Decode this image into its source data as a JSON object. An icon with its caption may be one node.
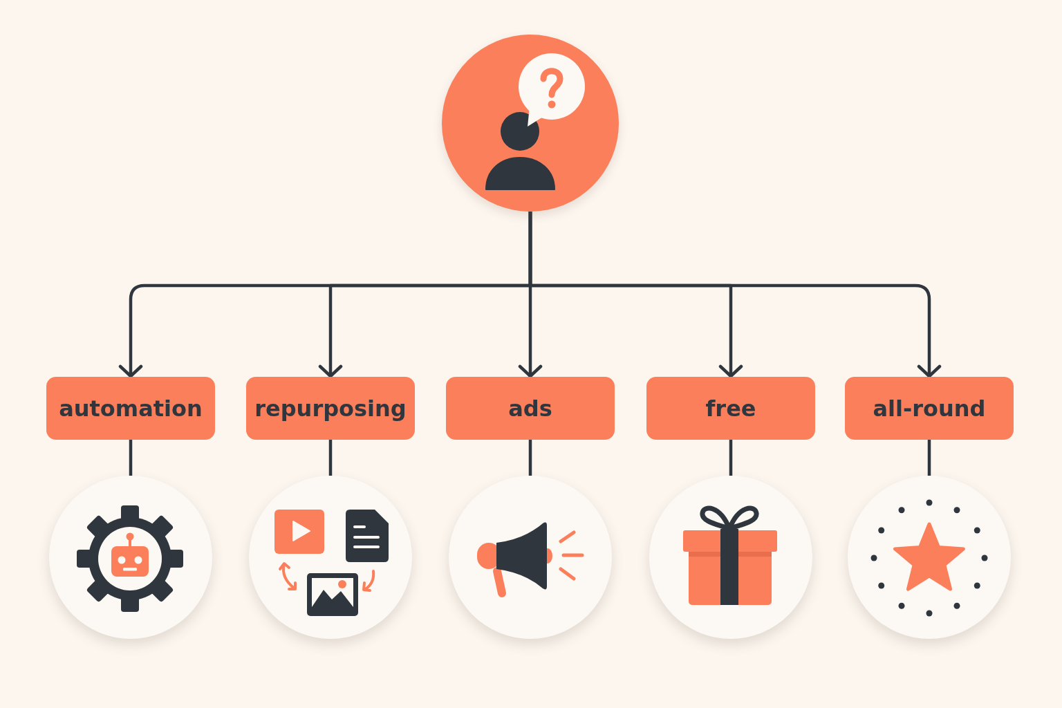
{
  "diagram": {
    "nodes": [
      {
        "text": [],
        "shape": "circle"
      },
      {
        "text": [
          "automation"
        ]
      },
      {
        "text": [
          "repurposing"
        ]
      },
      {
        "text": [
          "ads"
        ]
      },
      {
        "text": [
          "free"
        ]
      },
      {
        "text": [
          "all-round"
        ]
      },
      {
        "text": [],
        "shape": "circle"
      },
      {
        "text": [],
        "shape": "circle"
      },
      {
        "text": [],
        "shape": "circle"
      },
      {
        "text": [],
        "shape": "circle"
      },
      {
        "text": [],
        "shape": "circle"
      }
    ],
    "edges": [
      {
        "from": 0,
        "to": 1,
        "arrow": "to"
      },
      {
        "from": 0,
        "to": 2,
        "arrow": "to"
      },
      {
        "from": 0,
        "to": 3,
        "arrow": "to"
      },
      {
        "from": 0,
        "to": 4,
        "arrow": "to"
      },
      {
        "from": 0,
        "to": 5,
        "arrow": "to"
      },
      {
        "from": 1,
        "to": 6,
        "arrow": "none"
      },
      {
        "from": 2,
        "to": 7,
        "arrow": "none"
      },
      {
        "from": 3,
        "to": 8,
        "arrow": "none"
      },
      {
        "from": 4,
        "to": 9,
        "arrow": "none"
      },
      {
        "from": 5,
        "to": 10,
        "arrow": "none"
      }
    ]
  }
}
